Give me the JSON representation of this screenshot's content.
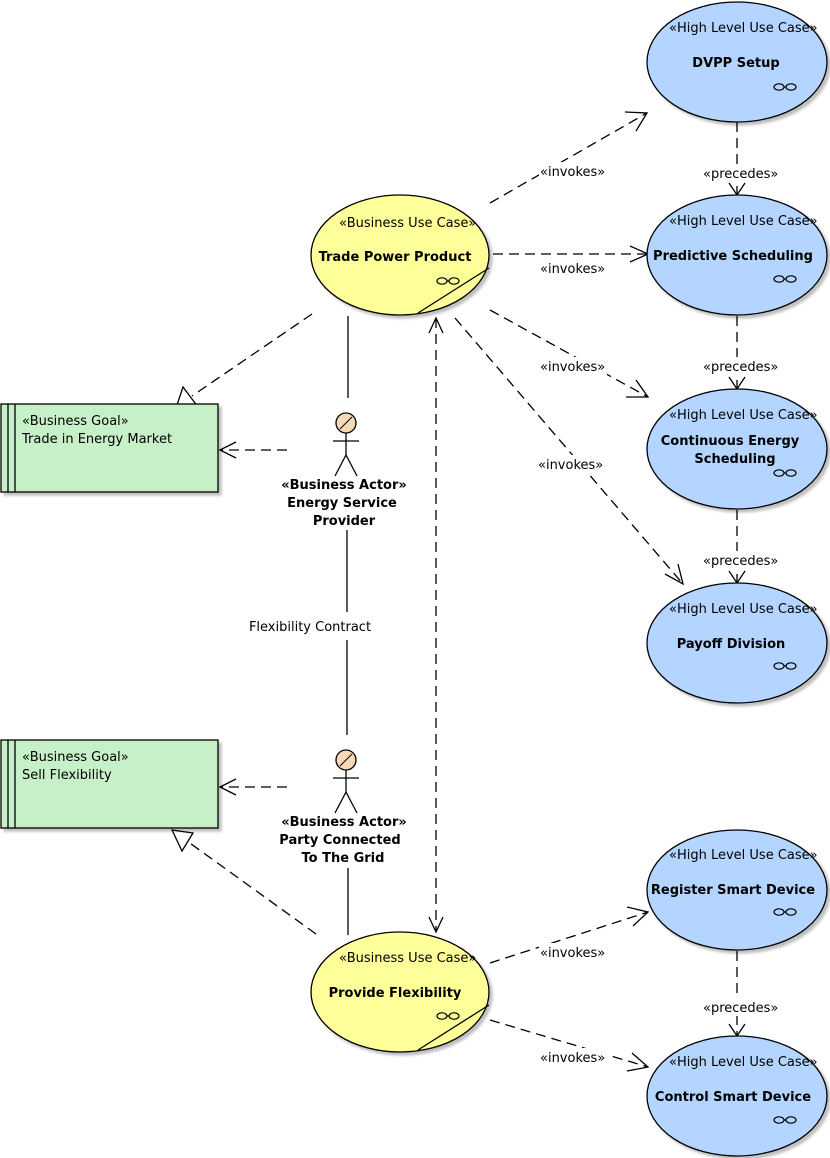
{
  "colors": {
    "high_level_fill": "#B3D5FF",
    "business_use_case_fill": "#FFFF99",
    "goal_fill": "#C8F0C8",
    "actor_head_fill": "#F7D9B8",
    "line": "#000000"
  },
  "high_level_use_cases": [
    {
      "stereotype": "«High Level Use Case»",
      "name": "DVPP Setup",
      "icon": "chain-link-icon"
    },
    {
      "stereotype": "«High Level Use Case»",
      "name": "Predictive Scheduling",
      "icon": "chain-link-icon"
    },
    {
      "stereotype": "«High Level Use Case»",
      "name_line1": "Continuous Energy",
      "name_line2": "Scheduling",
      "icon": "chain-link-icon"
    },
    {
      "stereotype": "«High Level Use Case»",
      "name": "Payoff Division",
      "icon": "chain-link-icon"
    },
    {
      "stereotype": "«High Level Use Case»",
      "name": "Register Smart Device",
      "icon": "chain-link-icon"
    },
    {
      "stereotype": "«High Level Use Case»",
      "name": "Control Smart Device",
      "icon": "chain-link-icon"
    }
  ],
  "business_use_cases": [
    {
      "stereotype": "«Business Use Case»",
      "name": "Trade Power Product"
    },
    {
      "stereotype": "«Business Use Case»",
      "name": "Provide Flexibility"
    }
  ],
  "business_goals": [
    {
      "stereotype": "«Business Goal»",
      "name": "Trade in Energy Market"
    },
    {
      "stereotype": "«Business Goal»",
      "name": "Sell Flexibility"
    }
  ],
  "actors": [
    {
      "stereotype": "«Business Actor»",
      "line1": "Energy Service",
      "line2": "Provider"
    },
    {
      "stereotype": "«Business Actor»",
      "line1": "Party Connected",
      "line2": "To The Grid"
    }
  ],
  "edge_labels": {
    "invokes": "«invokes»",
    "precedes": "«precedes»",
    "flexibility_contract": "Flexibility Contract"
  }
}
